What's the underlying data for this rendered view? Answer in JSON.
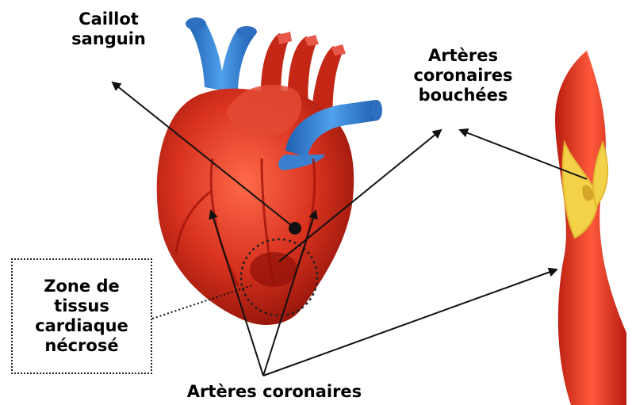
{
  "labels": {
    "caillot": [
      "Caillot",
      "sanguin"
    ],
    "bouchees": [
      "Artères",
      "coronaires",
      "bouchées"
    ],
    "necrose": [
      "Zone de",
      "tissus",
      "cardiaque",
      "nécrosé"
    ],
    "arteres": "Artères coronaires"
  },
  "colors": {
    "heart_red": "#d8321f",
    "vein_blue": "#2f7fd0",
    "plaque_yellow": "#f3d24a",
    "arrow": "#111111"
  }
}
